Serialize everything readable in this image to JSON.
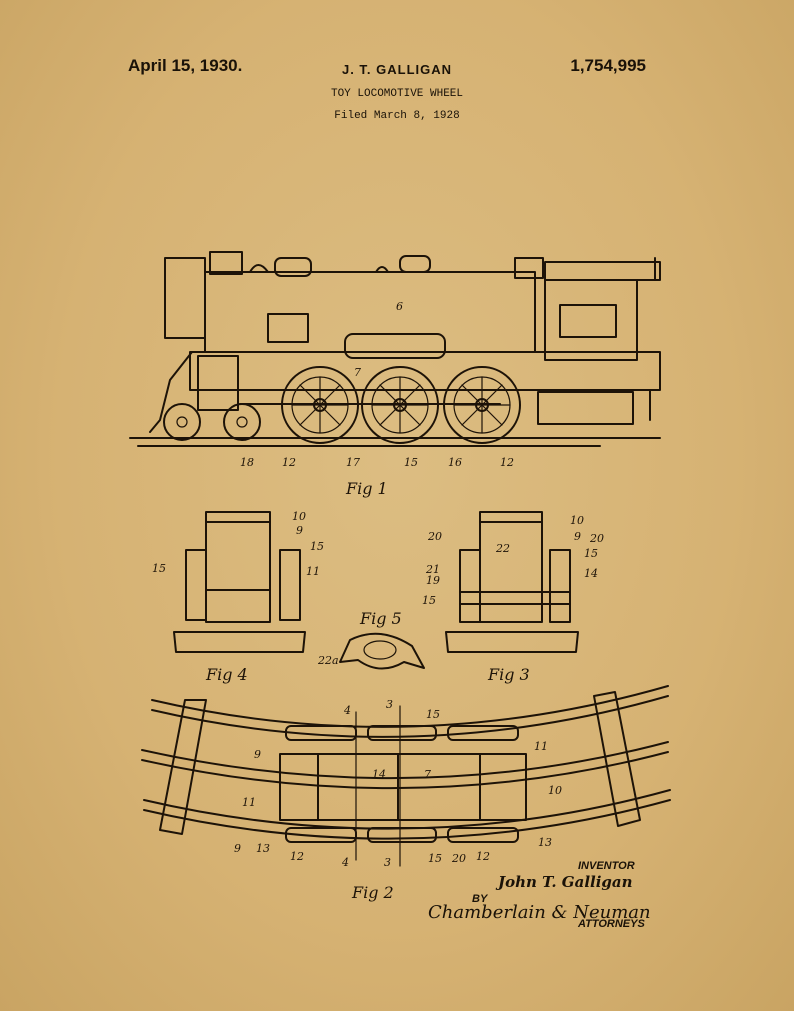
{
  "header": {
    "date": "April 15, 1930.",
    "inventor": "J. T. GALLIGAN",
    "patent_number": "1,754,995",
    "subtitle": "TOY LOCOMOTIVE WHEEL",
    "filed": "Filed March 8, 1928"
  },
  "figures": {
    "fig1": "Fig 1",
    "fig2": "Fig 2",
    "fig3": "Fig 3",
    "fig4": "Fig 4",
    "fig5": "Fig 5"
  },
  "refs": {
    "fig1": [
      "6",
      "7",
      "18",
      "12",
      "17",
      "15",
      "16",
      "12"
    ],
    "fig4": [
      "10",
      "9",
      "15",
      "15",
      "11"
    ],
    "fig3": [
      "10",
      "9",
      "20",
      "20",
      "22",
      "15",
      "21",
      "19",
      "14",
      "15"
    ],
    "fig5": [
      "22a"
    ],
    "fig2": [
      "4",
      "3",
      "15",
      "9",
      "11",
      "14",
      "7",
      "10",
      "11",
      "9",
      "13",
      "12",
      "4",
      "3",
      "15",
      "20",
      "12",
      "13"
    ]
  },
  "signature": {
    "inventor_label": "INVENTOR",
    "inventor_name": "John T. Galligan",
    "by": "BY",
    "attorney_signature": "Chamberlain & Neuman",
    "attorneys_label": "ATTORNEYS"
  },
  "colors": {
    "paper": "#d9b77a",
    "ink": "#1d1308"
  }
}
